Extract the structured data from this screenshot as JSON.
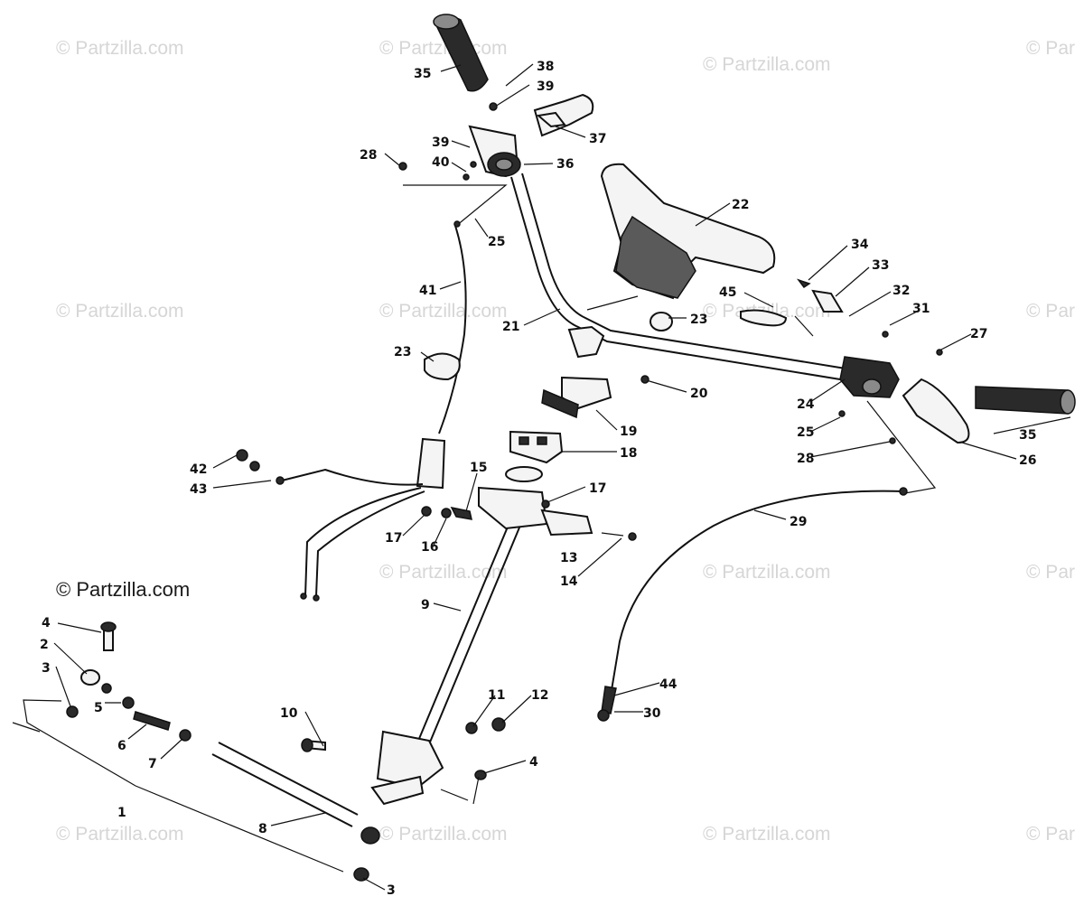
{
  "watermarks": [
    "© Partzilla.com",
    "© Partzilla.com",
    "© Partzilla.com",
    "© Par",
    "© Partzilla.com",
    "© Partzilla.com",
    "© Partzilla.com",
    "© Par",
    "© Partzilla.com",
    "© Partzilla.com",
    "© Par",
    "© Partzilla.com",
    "© Partzilla.com",
    "© Partzilla.com",
    "© Par"
  ],
  "watermark_main": "© Partzilla.com",
  "callouts": {
    "c1": "1",
    "c2": "2",
    "c3a": "3",
    "c3b": "3",
    "c4a": "4",
    "c4b": "4",
    "c5": "5",
    "c6": "6",
    "c7": "7",
    "c8": "8",
    "c9": "9",
    "c10": "10",
    "c11": "11",
    "c12": "12",
    "c13": "13",
    "c14": "14",
    "c15": "15",
    "c16": "16",
    "c17a": "17",
    "c17b": "17",
    "c18": "18",
    "c19": "19",
    "c20": "20",
    "c21": "21",
    "c22": "22",
    "c23a": "23",
    "c23b": "23",
    "c24": "24",
    "c25a": "25",
    "c25b": "25",
    "c26": "26",
    "c27": "27",
    "c28a": "28",
    "c28b": "28",
    "c29": "29",
    "c30": "30",
    "c31": "31",
    "c32": "32",
    "c33": "33",
    "c34": "34",
    "c35a": "35",
    "c35b": "35",
    "c36": "36",
    "c37": "37",
    "c38": "38",
    "c39a": "39",
    "c39b": "39",
    "c40": "40",
    "c41": "41",
    "c42": "42",
    "c43": "43",
    "c44": "44",
    "c45": "45"
  }
}
